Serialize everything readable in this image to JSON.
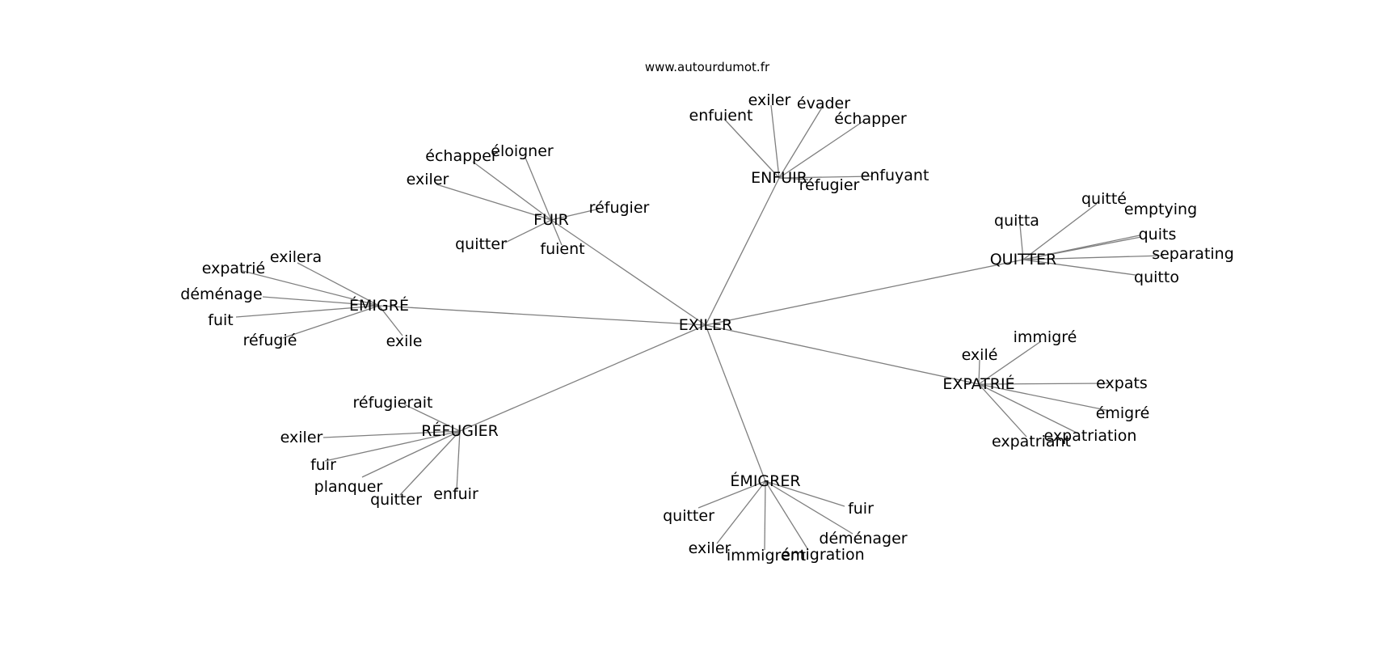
{
  "watermark": "www.autourdumot.fr",
  "graph": {
    "root": "EXILER",
    "hubs": [
      {
        "label": "FUIR",
        "words": [
          "échapper",
          "éloigner",
          "exiler",
          "réfugier",
          "quitter",
          "fuient"
        ]
      },
      {
        "label": "ENFUIR",
        "words": [
          "enfuient",
          "exiler",
          "évader",
          "échapper",
          "réfugier",
          "enfuyant"
        ]
      },
      {
        "label": "QUITTER",
        "words": [
          "quitta",
          "quitté",
          "emptying",
          "quits",
          "separating",
          "quitto"
        ]
      },
      {
        "label": "ÉMIGRÉ",
        "words": [
          "exilera",
          "expatrié",
          "déménage",
          "fuit",
          "réfugié",
          "exile"
        ]
      },
      {
        "label": "EXPATRIÉ",
        "words": [
          "exilé",
          "immigré",
          "expats",
          "émigré",
          "expatriation",
          "expatriant"
        ]
      },
      {
        "label": "RÉFUGIER",
        "words": [
          "réfugierait",
          "exiler",
          "fuir",
          "planquer",
          "quitter",
          "enfuir"
        ]
      },
      {
        "label": "ÉMIGRER",
        "words": [
          "quitter",
          "fuir",
          "exiler",
          "immigrent",
          "émigration",
          "déménager"
        ]
      }
    ]
  }
}
